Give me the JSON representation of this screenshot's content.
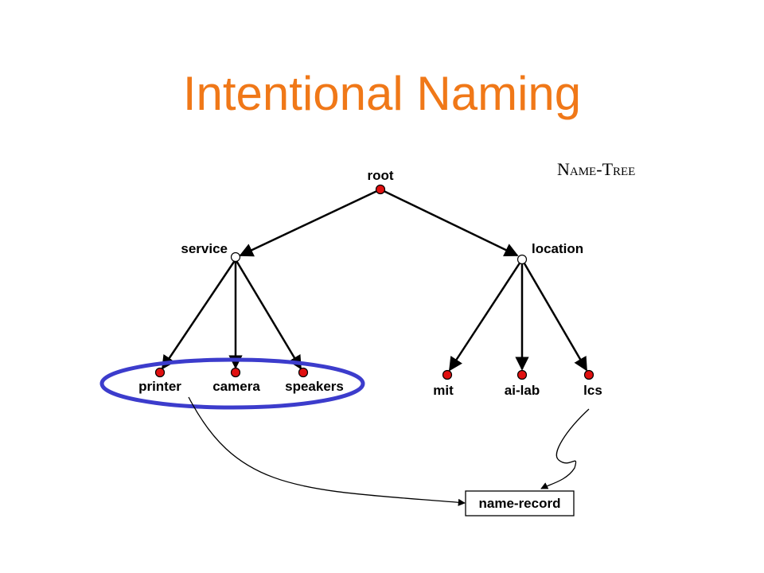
{
  "slide": {
    "title": "Intentional Naming",
    "caption_big_1": "N",
    "caption_small_1": "AME",
    "caption_dash": "-",
    "caption_big_2": "T",
    "caption_small_2": "REE"
  },
  "tree": {
    "root": "root",
    "service": "service",
    "location": "location",
    "printer": "printer",
    "camera": "camera",
    "speakers": "speakers",
    "mit": "mit",
    "ai_lab": "ai-lab",
    "lcs": "lcs"
  },
  "record": {
    "label": "name-record"
  },
  "colors": {
    "title": "#f07818",
    "value_node": "#e01010",
    "highlight_ellipse": "#3c3ccc"
  }
}
